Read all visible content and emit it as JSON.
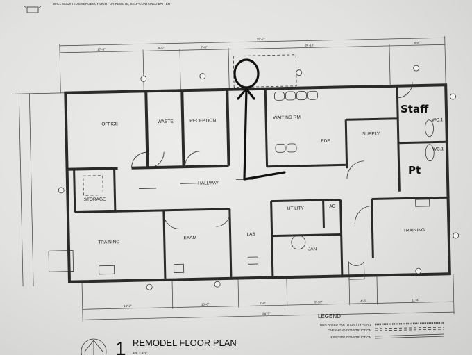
{
  "emergency_light_note": "WALL MOUNTED EMERGENCY LIGHT OR REMOTE, SELF-CONTAINED BATTERY",
  "plan": {
    "title_number": "1",
    "title": "REMODEL FLOOR PLAN",
    "scale": "1/4\" = 1'-0\"",
    "rooms": {
      "office": "OFFICE",
      "waste": "WASTE",
      "reception": "RECEPTION",
      "waiting": "WAITING RM",
      "supply": "SUPPLY",
      "wc_staff": "WC.1",
      "wc_pt": "WC.1",
      "edf": "EDF",
      "storage": "STORAGE",
      "hallway": "HALLWAY",
      "training_left": "TRAINING",
      "exam": "EXAM",
      "lab": "LAB",
      "utility": "UTILITY",
      "ac": "AC",
      "jan": "JAN",
      "training_right": "TRAINING"
    },
    "dimensions_top": {
      "overall": "35'-7\"",
      "segments": [
        "17'-8\"",
        "9'-5\"",
        "7'-8\"",
        "20'-10\"",
        "8'-8\""
      ]
    },
    "dimensions_bottom": {
      "overall": "58'-7\"",
      "segments": [
        "14'-2\"",
        "10'-6\"",
        "7'-8\"",
        "9'-10\"",
        "4'-6\"",
        "11'-4\""
      ]
    }
  },
  "handwritten": {
    "staff": "Staff",
    "pt": "Pt"
  },
  "legend": {
    "title": "LEGEND",
    "items": [
      {
        "label": "NON RATED PARTITION / TYPE A-1",
        "style": "hatched"
      },
      {
        "label": "OVERHEAD CONSTRUCTION",
        "style": "dashed"
      },
      {
        "label": "EXISTING CONSTRUCTION",
        "style": "double-line"
      }
    ]
  }
}
